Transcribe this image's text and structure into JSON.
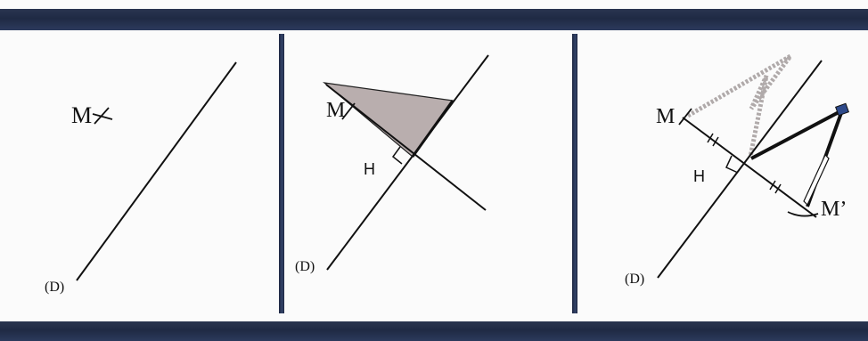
{
  "panels": [
    {
      "line_label": "(D)",
      "point_label": "M"
    },
    {
      "line_label": "(D)",
      "point_label": "M",
      "foot_label": "H"
    },
    {
      "line_label": "(D)",
      "point_label": "M",
      "foot_label": "H",
      "image_label": "M’"
    }
  ],
  "colors": {
    "frame_bar": "#1f2a44",
    "set_square": "#b9aeae",
    "ink": "#111111"
  }
}
